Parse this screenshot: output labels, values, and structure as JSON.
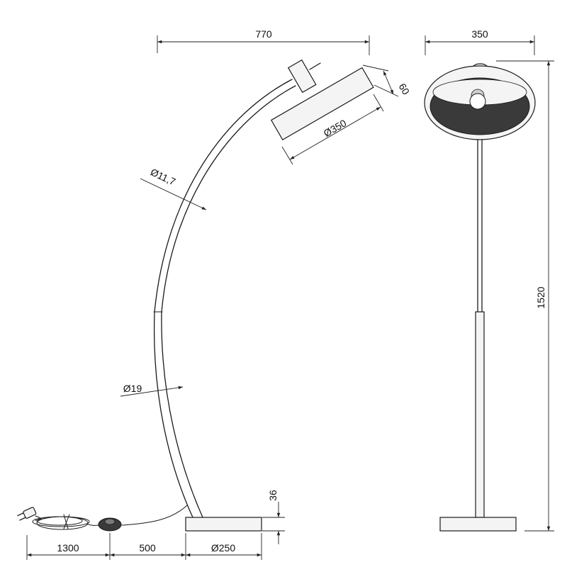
{
  "dimensions": {
    "side_width": "770",
    "front_width": "350",
    "total_height": "1520",
    "shade_diameter": "Ø350",
    "shade_height": "60",
    "upper_tube_diameter": "Ø11,7",
    "lower_tube_diameter": "Ø19",
    "base_height": "36",
    "cable_length_plug": "1300",
    "cable_length_switch": "500",
    "base_diameter": "Ø250"
  }
}
